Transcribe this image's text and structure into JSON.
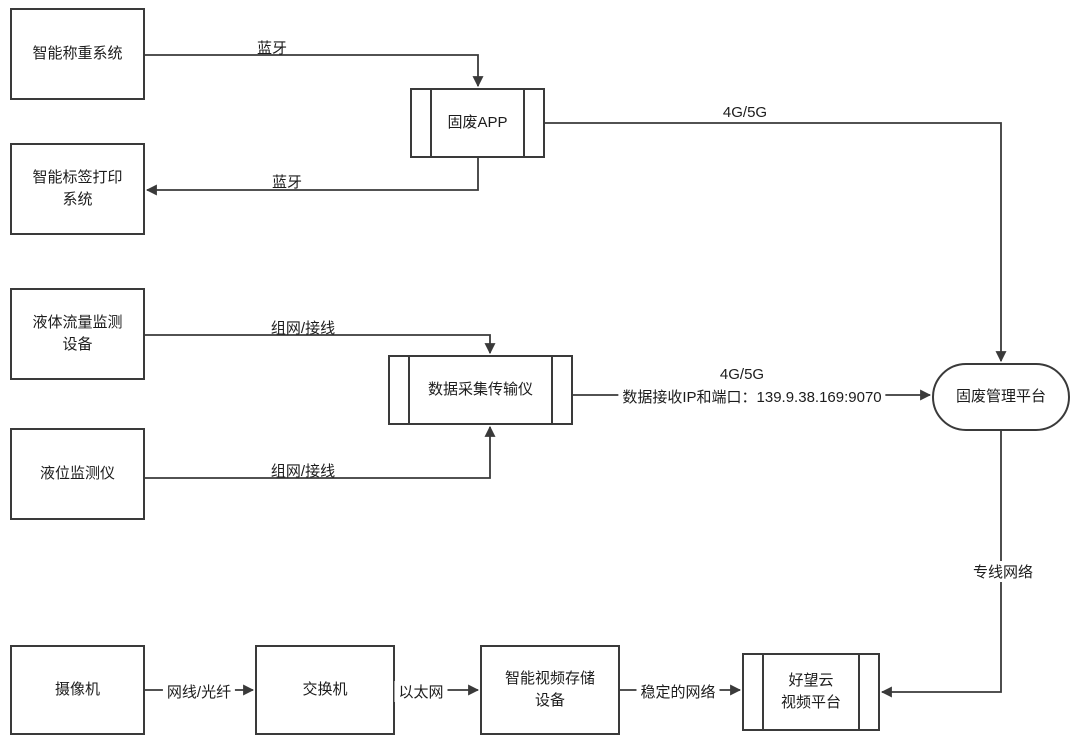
{
  "nodes": {
    "weighing": "智能称重系统",
    "printer": "智能标签打印\n系统",
    "flow": "液体流量监测\n设备",
    "level": "液位监测仪",
    "camera": "摄像机",
    "switch": "交换机",
    "storage": "智能视频存储\n设备",
    "app": "固废APP",
    "collector": "数据采集传输仪",
    "holo": "好望云\n视频平台",
    "platform": "固废管理平台"
  },
  "edges": {
    "bluetooth_weighing": "蓝牙",
    "bluetooth_printer": "蓝牙",
    "g4g5_app": "4G/5G",
    "wiring_flow": "组网/接线",
    "wiring_level": "组网/接线",
    "g4g5_collector": "4G/5G",
    "ip_port": "数据接收IP和端口：139.9.38.169:9070",
    "dedicated": "专线网络",
    "cable": "网线/光纤",
    "ethernet": "以太网",
    "stable": "稳定的网络"
  },
  "colors": {
    "line": "#3a3a3a",
    "background": "#ffffff"
  }
}
